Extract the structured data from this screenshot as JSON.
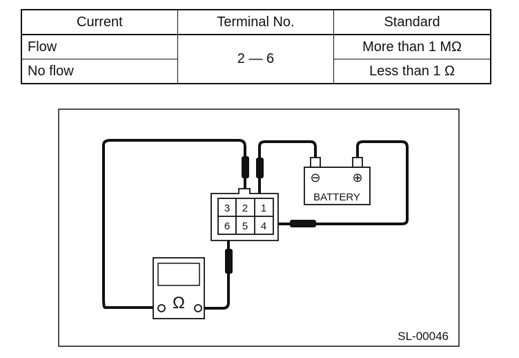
{
  "table": {
    "headers": {
      "current": "Current",
      "terminal": "Terminal No.",
      "standard": "Standard"
    },
    "rows": [
      {
        "current": "Flow",
        "standard": "More than 1 MΩ"
      },
      {
        "current": "No flow",
        "standard": "Less than 1 Ω"
      }
    ],
    "terminal_value": "2 — 6"
  },
  "diagram": {
    "terminals": [
      "3",
      "2",
      "1",
      "6",
      "5",
      "4"
    ],
    "battery_label": "BATTERY",
    "negative_symbol": "⊖",
    "positive_symbol": "⊕",
    "ohmmeter_symbol": "Ω",
    "figure_code": "SL-00046"
  }
}
